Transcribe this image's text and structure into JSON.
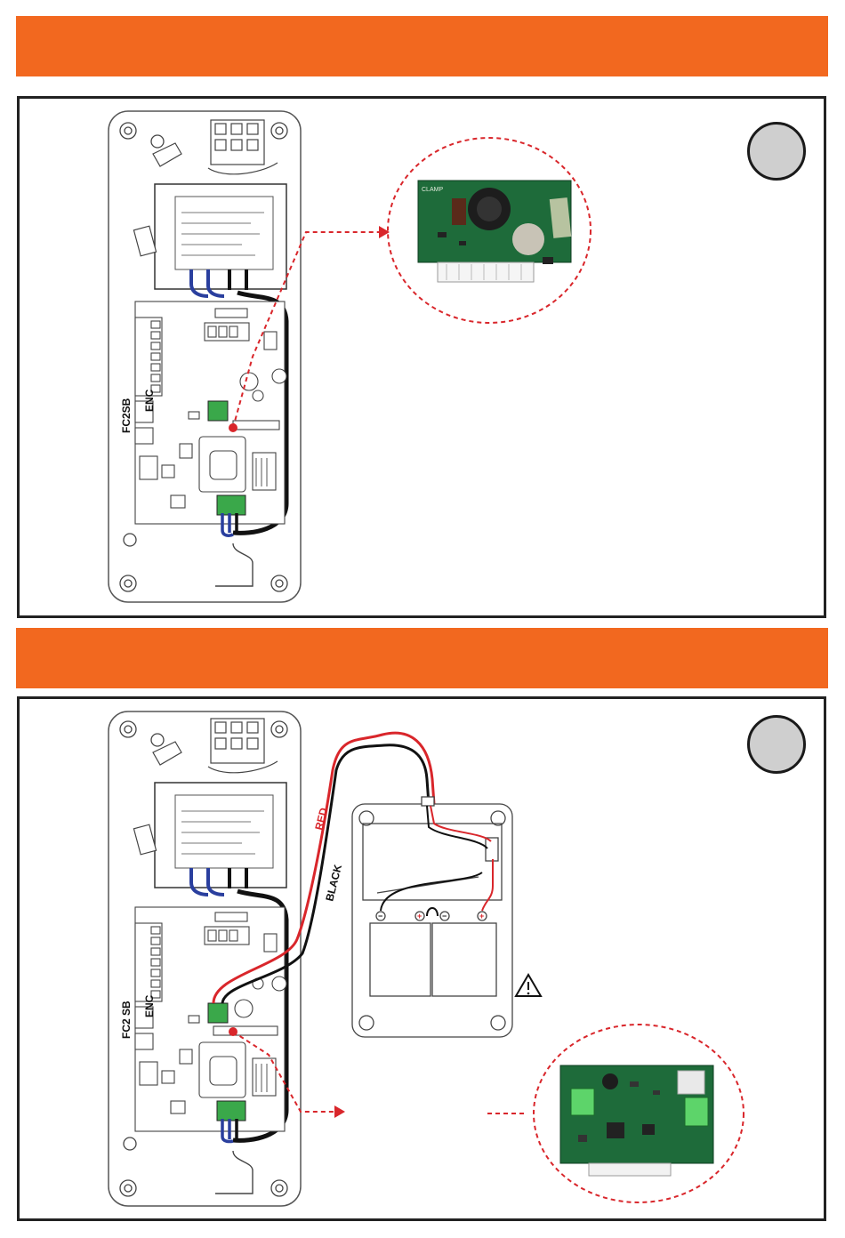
{
  "colors": {
    "banner": "#f2681f",
    "panel_border": "#222222",
    "dashed_callout": "#d9262b",
    "red_wire": "#d9262b",
    "black_wire": "#111111",
    "blue_wire": "#2a3f9e",
    "green_terminal": "#3aa84a",
    "step_circle_fill": "#cfcfcf",
    "pcb_green": "#1e6b3a"
  },
  "section1": {
    "board_labels": {
      "fc2sb": "FC2SB",
      "enc": "ENC"
    },
    "module_label": "CLAMP"
  },
  "section2": {
    "board_labels": {
      "fc2sb": "FC2 SB",
      "enc": "ENC"
    },
    "wire_labels": {
      "red": "RED",
      "black": "BLACK"
    },
    "warning_icon": "warning-triangle-icon"
  }
}
